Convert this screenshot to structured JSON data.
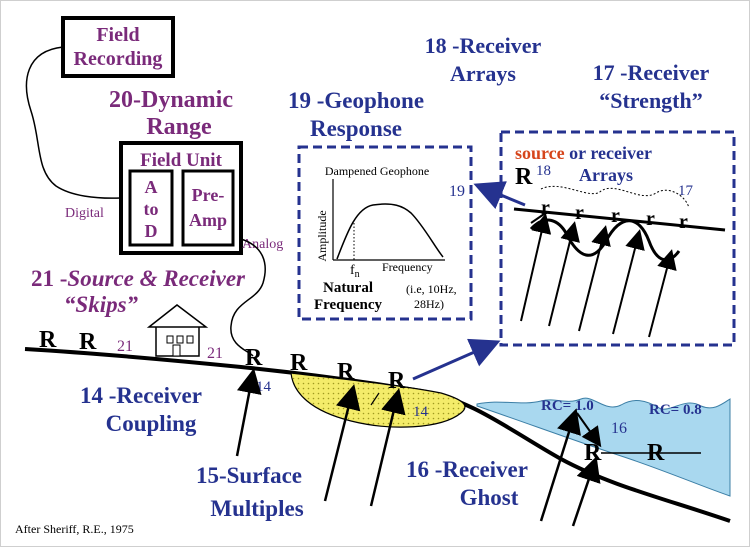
{
  "labels": {
    "field_recording_1": "Field",
    "field_recording_2": "Recording",
    "dynamic_range_1": "20-Dynamic",
    "dynamic_range_2": "Range",
    "field_unit": "Field Unit",
    "a": "A",
    "to": "to",
    "d": "D",
    "pre": "Pre-",
    "amp": "Amp",
    "digital": "Digital",
    "analog": "Analog",
    "geophone_response_1": "19 -Geophone",
    "geophone_response_2": "Response",
    "receiver_arrays_1": "18 -Receiver",
    "receiver_arrays_2": "Arrays",
    "receiver_strength_1": "17 -Receiver",
    "receiver_strength_2": "“Strength”",
    "source_word": "source",
    "or_receiver": " or receiver",
    "arrays": "Arrays",
    "big_r": "R",
    "small_r": "r",
    "num_18": "18",
    "num_17": "17",
    "dampened_geophone": "Dampened Geophone",
    "num_19": "19",
    "amplitude": "Amplitude",
    "frequency": "Frequency",
    "fn": "f",
    "fn_sub": "n",
    "natural": "Natural",
    "frequency2": "Frequency",
    "ie_1": "(i.e, 10Hz,",
    "ie_2": "28Hz)",
    "skips_1_num": "21 -",
    "skips_1_text": "Source & Receiver",
    "skips_2": "“Skips”",
    "num_21": "21",
    "num_14": "14",
    "num_16": "16",
    "receiver_coupling_1": "14 -Receiver",
    "receiver_coupling_2": "Coupling",
    "surface_multiples_1": "15-Surface",
    "surface_multiples_2": "Multiples",
    "receiver_ghost_1": "16 -Receiver",
    "receiver_ghost_2": "Ghost",
    "rc1": "RC= 1.0",
    "rc2": "RC= 0.8",
    "credit": "After Sheriff, R.E., 1975"
  },
  "colors": {
    "purple": "#7a2a7a",
    "blue": "#25328f",
    "red": "#d6451b",
    "yellow": "#f4ec6a",
    "water": "#a9d8ef"
  }
}
